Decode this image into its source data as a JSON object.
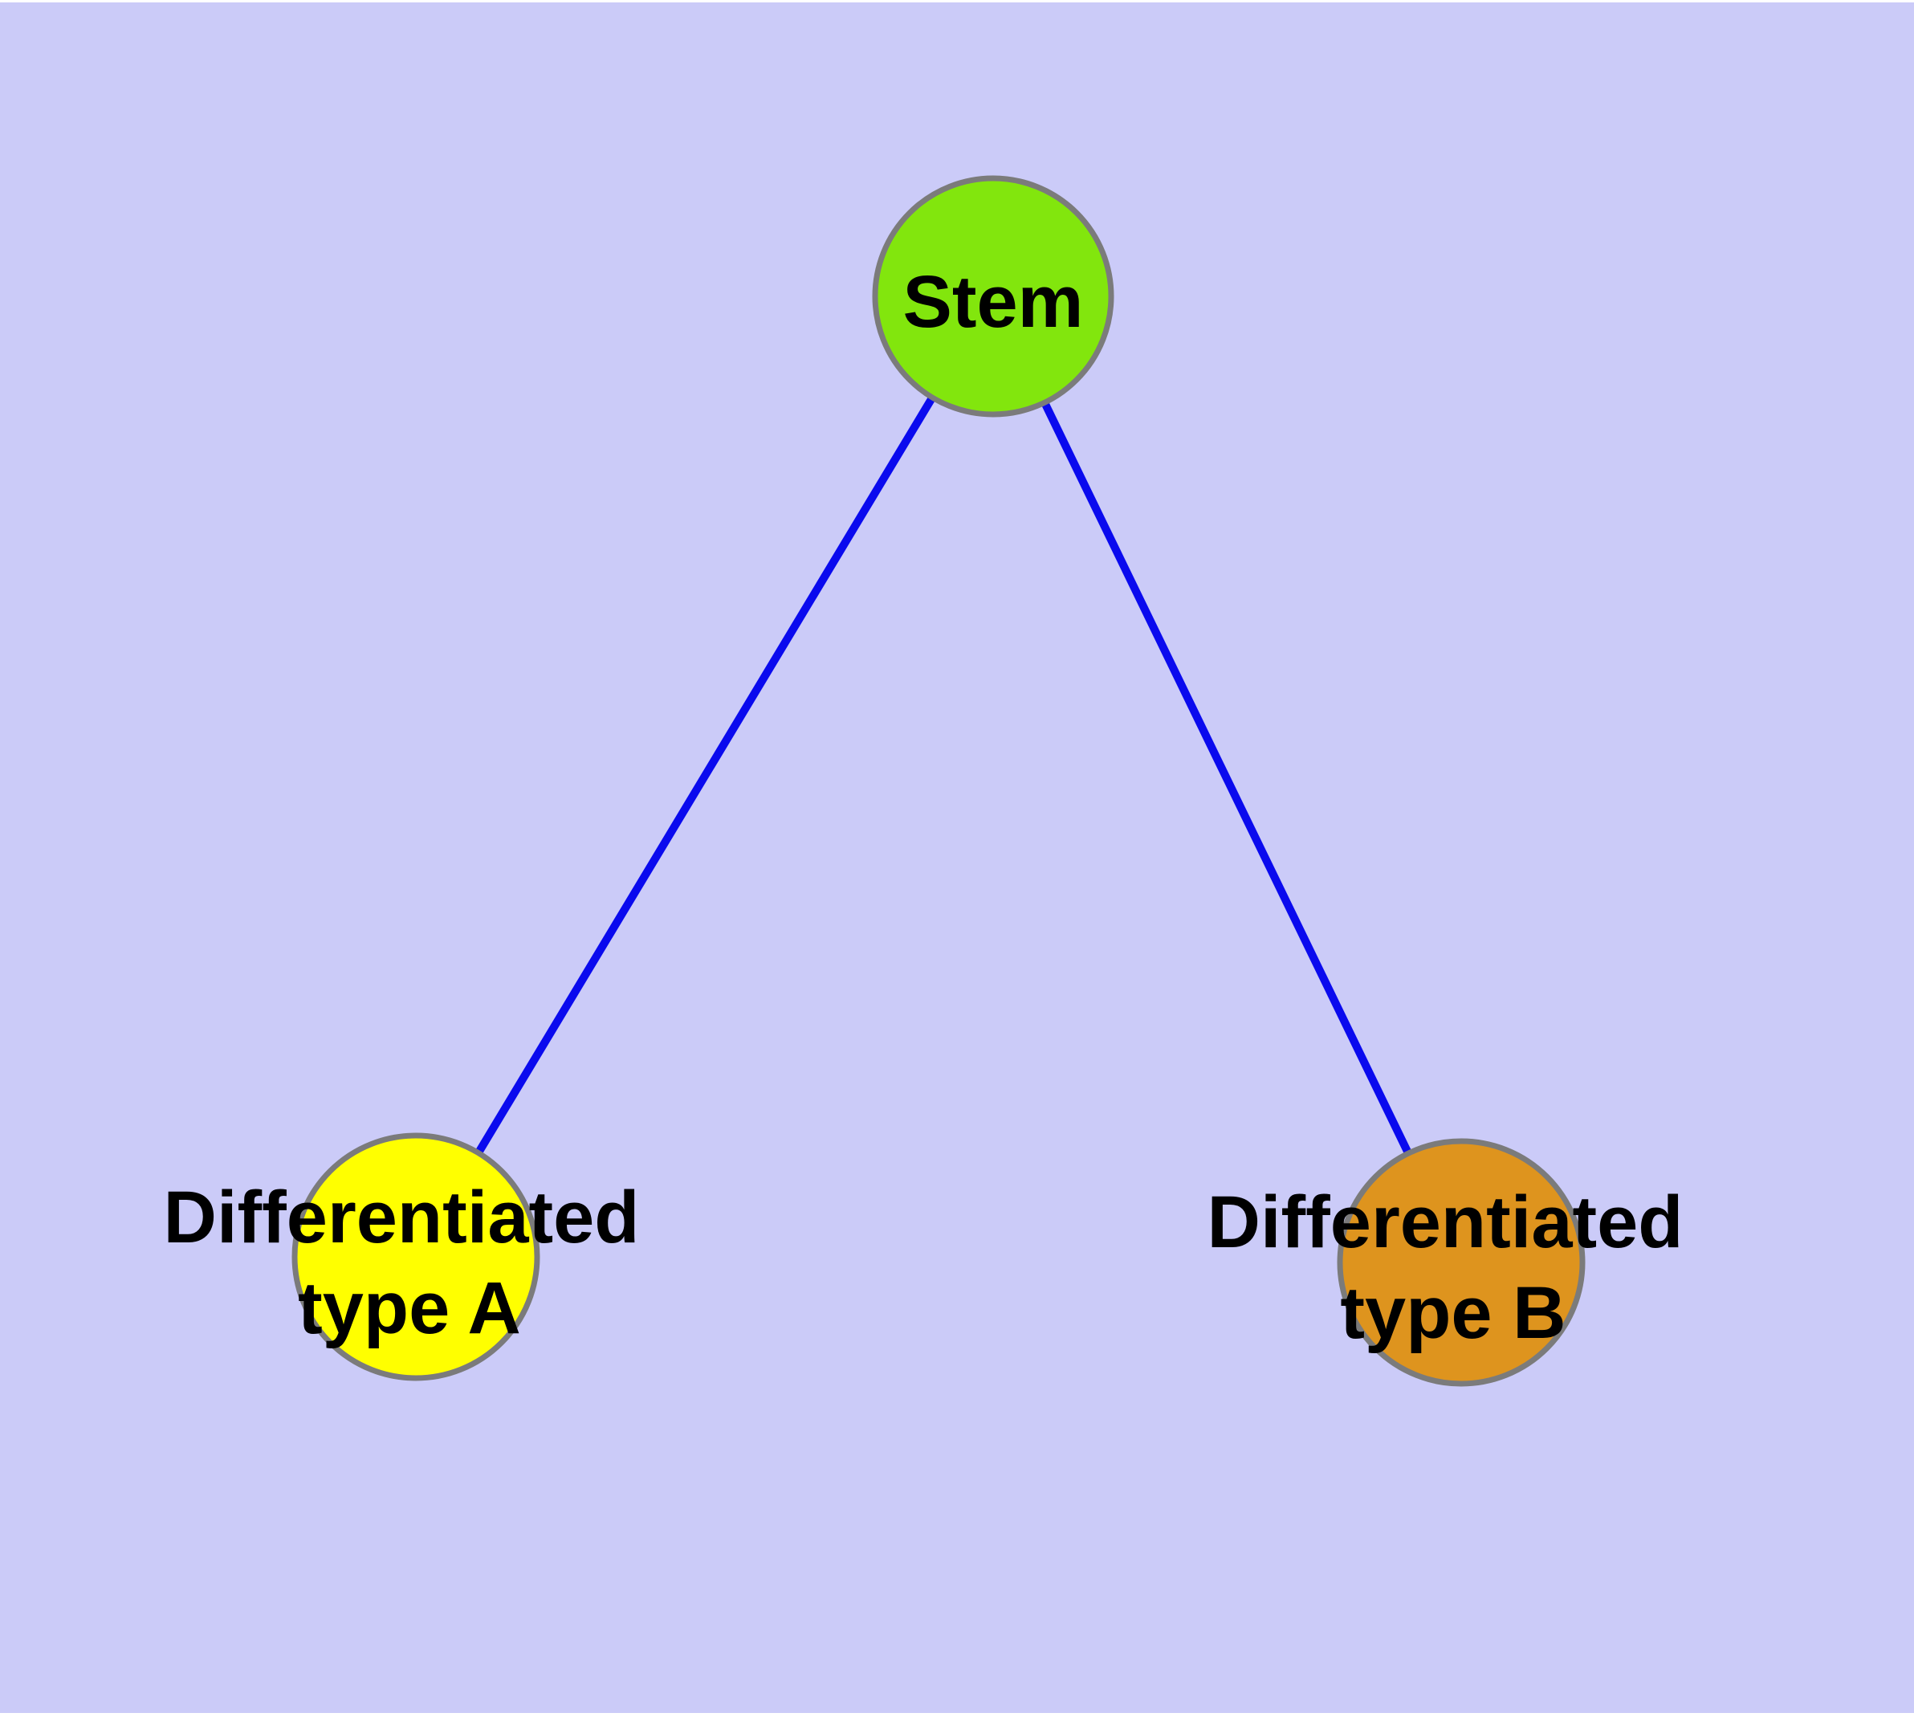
{
  "diagram": {
    "title": "",
    "page_margin_color": "#FFFFFF",
    "background_color": "#CBCBF8",
    "edge_color": "#0A0AEE",
    "node_border_color": "#7B7B7B",
    "label_color": "#000000",
    "nodes": [
      {
        "id": "stem",
        "label": "Stem",
        "fill": "#82E60D"
      },
      {
        "id": "differentiated-type-a",
        "label_line1": "Differentiated",
        "label_line2": "type A",
        "fill": "#FFFF00"
      },
      {
        "id": "differentiated-type-b",
        "label_line1": "Differentiated",
        "label_line2": "type B",
        "fill": "#DE941E"
      }
    ],
    "edges": [
      {
        "from": "stem",
        "to": "differentiated-type-a"
      },
      {
        "from": "stem",
        "to": "differentiated-type-b"
      }
    ]
  }
}
